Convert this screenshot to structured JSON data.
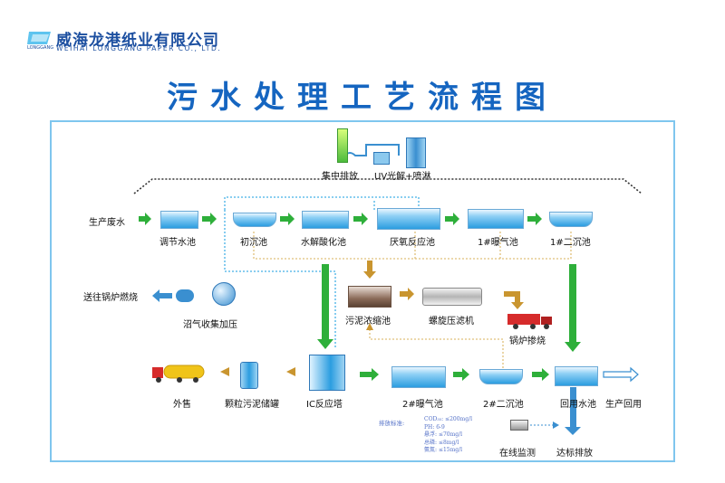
{
  "header": {
    "company_cn": "威海龙港纸业有限公司",
    "company_en": "WEIHAI LONGGANG PAPER CO., LTD.",
    "logo_sub": "LONGGANG"
  },
  "title": "污水处理工艺流程图",
  "nodes": {
    "gas_collect": "集中排放",
    "uv": "UV光解+喷淋",
    "waste_water": "生产废水",
    "adjust_tank": "调节水池",
    "primary_settle": "初沉池",
    "hydrolysis": "水解酸化池",
    "anoxic": "厌氧反应池",
    "aeration1": "1#曝气池",
    "secondary1": "1#二沉池",
    "boiler_burn": "送往锅炉燃烧",
    "biogas": "沼气收集加压",
    "sludge_thicken": "污泥浓缩池",
    "screw_press": "螺旋压滤机",
    "boiler_mix": "锅炉掺烧",
    "sale": "外售",
    "granular_sludge": "颗粒污泥储罐",
    "ic_tower": "IC反应塔",
    "aeration2": "2#曝气池",
    "secondary2": "2#二沉池",
    "reuse_tank": "回用水池",
    "production_reuse": "生产回用",
    "online_monitor": "在线监测",
    "discharge": "达标排放"
  },
  "standards": {
    "label": "排放标准:",
    "rows": [
      "COD₃₅: ≤200mg/l",
      "PH:    6-9",
      "悬浮: ≤70mg/l",
      "总磷: ≤8mg/l",
      "氨氮: ≤15mg/l"
    ]
  },
  "colors": {
    "title_blue": "#1565c0",
    "frame": "#7fc6ee",
    "green_arrow": "#2eaf3a",
    "sludge_arrow": "#c9952f",
    "blue_arrow": "#3a8fd0",
    "dotted_line": "#45b0e6"
  }
}
